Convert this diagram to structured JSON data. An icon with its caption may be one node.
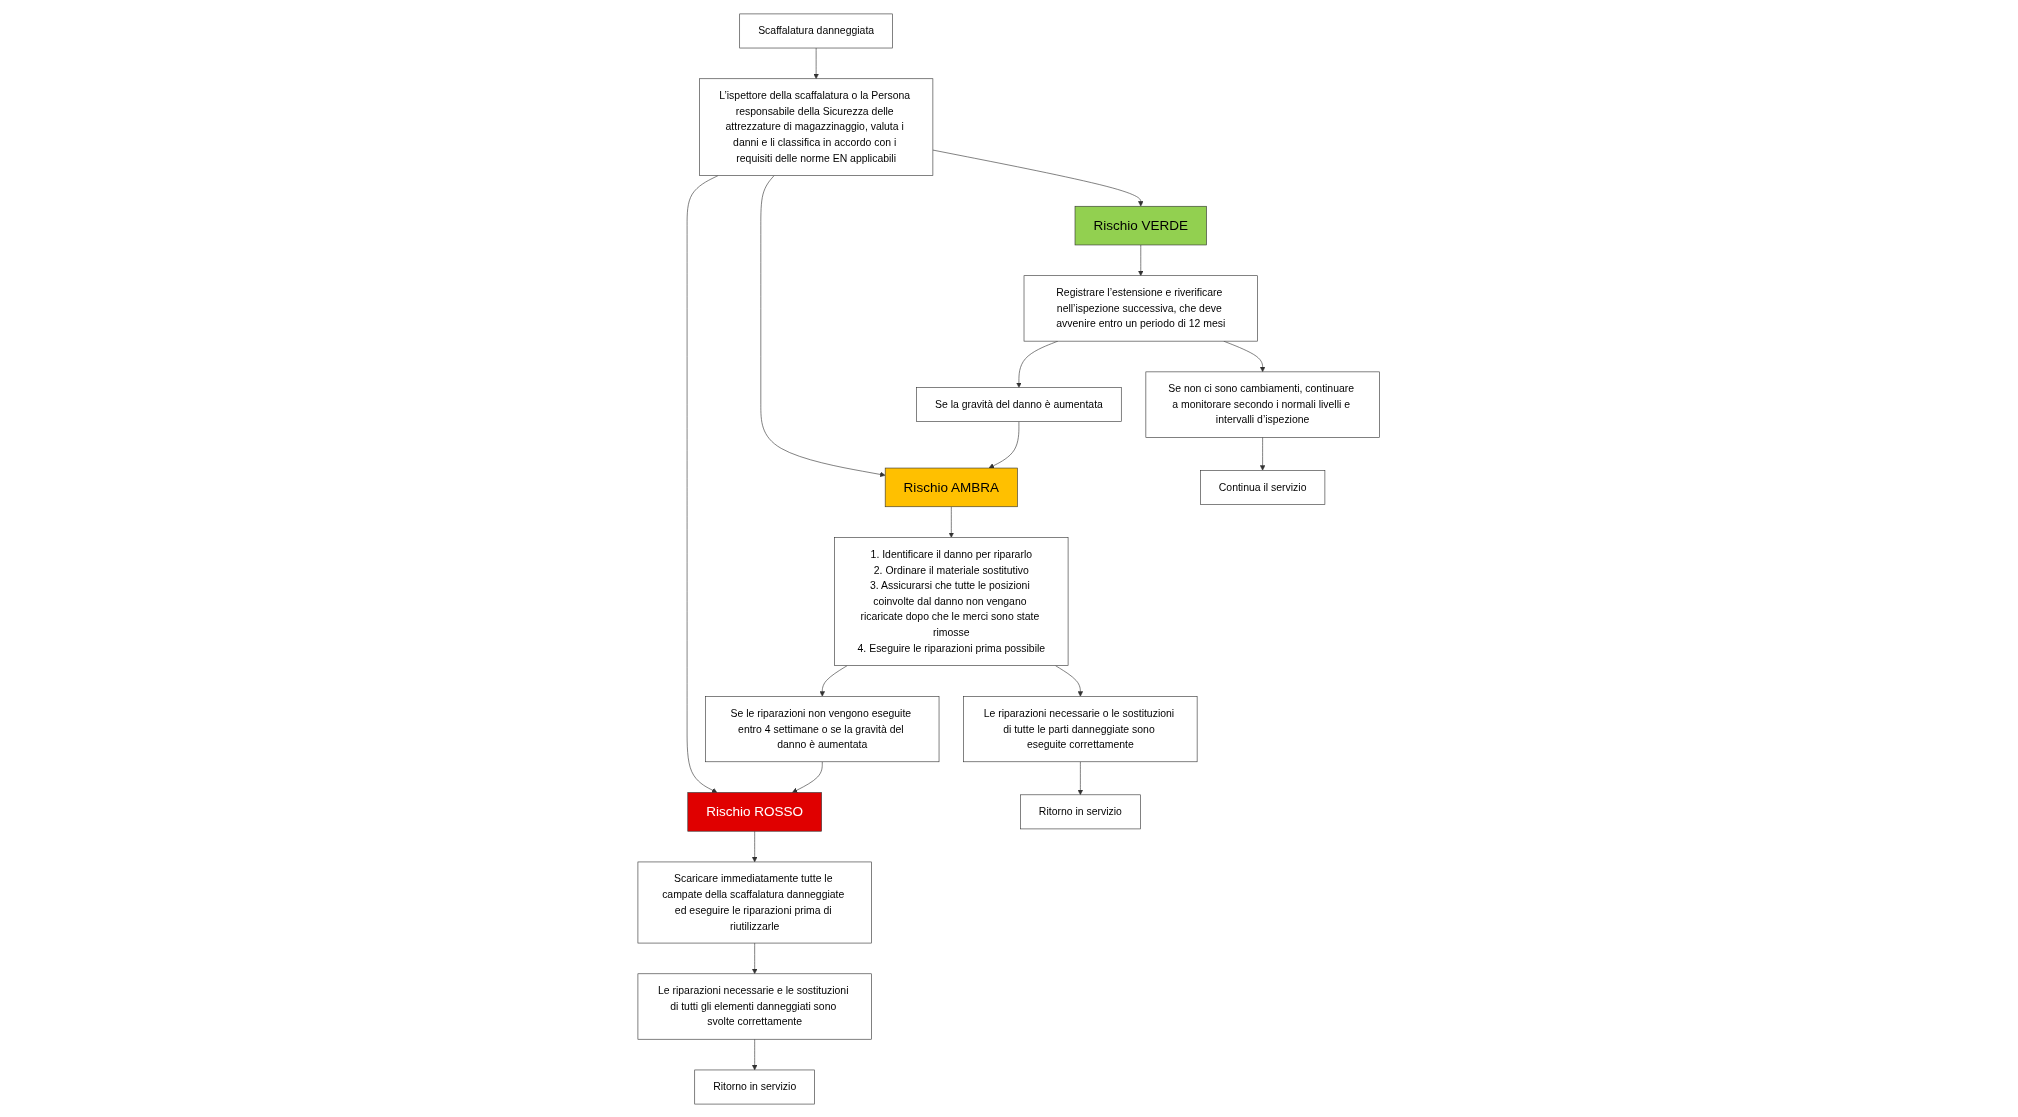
{
  "diagram": {
    "nodes": [
      {
        "text": [
          "Scaffalatura danneggiata"
        ]
      },
      {
        "text": [
          "L’ispettore della scaffalatura o la Persona responsabile della Sicurezza delle attrezzature di magazzinaggio, valuta i danni e li classifica in accordo con i requisiti delle norme EN applicabili"
        ]
      },
      {
        "text": [
          "Rischio ROSSO"
        ]
      },
      {
        "text": [
          "Rischio AMBRA"
        ]
      },
      {
        "text": [
          "Rischio VERDE"
        ]
      },
      {
        "text": [
          "Scaricare immediatamente tutte le campate della scaffalatura danneggiate ed eseguire le riparazioni prima di riutilizzarle"
        ]
      },
      {
        "text": [
          "1. Identificare il danno per ripararlo",
          "2. Ordinare il materiale sostitutivo",
          "3. Assicurarsi che tutte le posizioni coinvolte dal danno non vengano ricaricate dopo che le merci sono state rimosse",
          "4. Eseguire le riparazioni prima possibile"
        ]
      },
      {
        "text": [
          "Registrare l’estensione e riverificare nell’ispezione successiva, che deve avvenire entro un periodo di 12 mesi"
        ]
      },
      {
        "text": [
          "Le riparazioni necessarie e le sostituzioni di tutti gli elementi danneggiati sono svolte correttamente"
        ]
      },
      {
        "text": [
          "Se le riparazioni non vengono eseguite entro 4 settimane o se la gravità del danno è aumentata"
        ]
      },
      {
        "text": [
          "Le riparazioni necessarie o le sostituzioni di tutte le parti danneggiate sono eseguite correttamente"
        ]
      },
      {
        "text": [
          "Se la gravità del danno è aumentata"
        ]
      },
      {
        "text": [
          "Se non ci sono cambiamenti, continuare a monitorare secondo i normali livelli e intervalli d’ispezione"
        ]
      },
      {
        "text": [
          "Ritorno in servizio"
        ]
      },
      {
        "text": [
          "Ritorno in servizio"
        ]
      },
      {
        "text": [
          "Continua il servizio"
        ]
      }
    ],
    "edges": [
      {
        "from": 0,
        "to": 1,
        "arrow": "to"
      },
      {
        "from": 1,
        "to": 2,
        "arrow": "to"
      },
      {
        "from": 1,
        "to": 3,
        "arrow": "to"
      },
      {
        "from": 1,
        "to": 4,
        "arrow": "to"
      },
      {
        "from": 2,
        "to": 5,
        "arrow": "to"
      },
      {
        "from": 3,
        "to": 6,
        "arrow": "to"
      },
      {
        "from": 4,
        "to": 7,
        "arrow": "to"
      },
      {
        "from": 5,
        "to": 8,
        "arrow": "to"
      },
      {
        "from": 6,
        "to": 9,
        "arrow": "to"
      },
      {
        "from": 9,
        "to": 2,
        "arrow": "to"
      },
      {
        "from": 6,
        "to": 10,
        "arrow": "to"
      },
      {
        "from": 7,
        "to": 11,
        "arrow": "to"
      },
      {
        "from": 7,
        "to": 12,
        "arrow": "to"
      },
      {
        "from": 11,
        "to": 3,
        "arrow": "to"
      },
      {
        "from": 8,
        "to": 13,
        "arrow": "to"
      },
      {
        "from": 10,
        "to": 14,
        "arrow": "to"
      },
      {
        "from": 12,
        "to": 15,
        "arrow": "to"
      }
    ]
  }
}
